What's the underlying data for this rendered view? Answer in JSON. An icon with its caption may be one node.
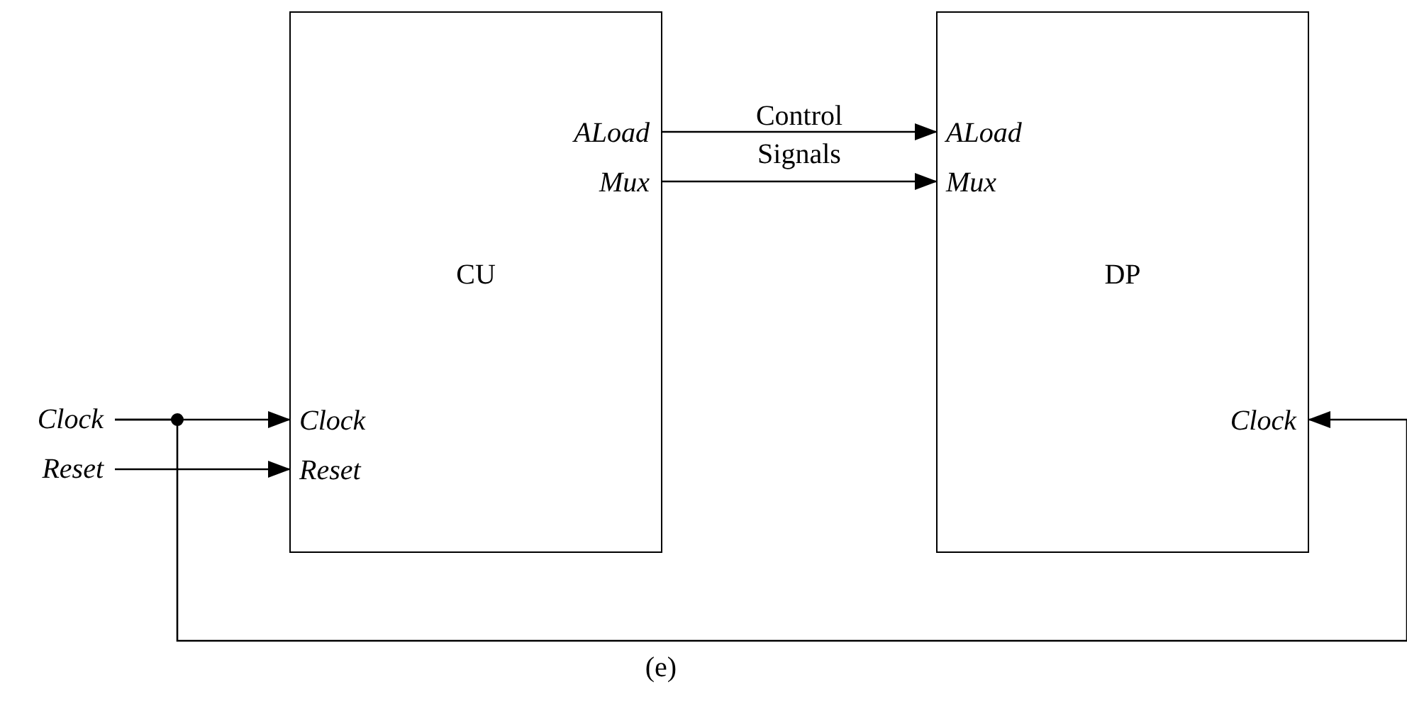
{
  "diagram": {
    "caption": "(e)",
    "nodes": [
      {
        "text": [
          "CU",
          "ALoad",
          "Mux",
          "Clock",
          "Reset"
        ]
      },
      {
        "text": [
          "DP",
          "ALoad",
          "Mux",
          "Clock"
        ]
      },
      {
        "text": [
          "Clock"
        ]
      },
      {
        "text": [
          "Reset"
        ]
      }
    ],
    "edges": [
      {
        "from": 2,
        "to": 0,
        "arrow": "to"
      },
      {
        "from": 3,
        "to": 0,
        "arrow": "to"
      },
      {
        "from": 0,
        "to": 1,
        "arrow": "to",
        "label": "Control Signals"
      },
      {
        "from": 0,
        "to": 1,
        "arrow": "to"
      },
      {
        "from": 2,
        "to": 1,
        "arrow": "to"
      }
    ]
  }
}
